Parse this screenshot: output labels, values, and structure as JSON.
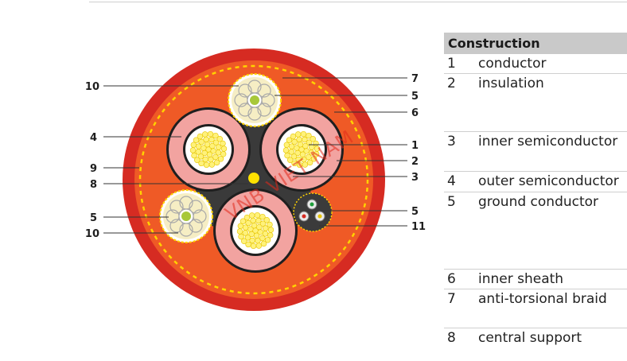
{
  "legend": {
    "title": "Construction",
    "items": [
      {
        "num": "1",
        "label": "conductor"
      },
      {
        "num": "2",
        "label": "insulation"
      },
      {
        "num": "3",
        "label": "inner semiconductor"
      },
      {
        "num": "4",
        "label": "outer semiconductor"
      },
      {
        "num": "5",
        "label": "ground conductor"
      },
      {
        "num": "6",
        "label": "inner sheath"
      },
      {
        "num": "7",
        "label": "anti-torsional braid"
      },
      {
        "num": "8",
        "label": "central support"
      }
    ]
  },
  "callouts": {
    "left": [
      "10",
      "4",
      "9",
      "8",
      "5",
      "10"
    ],
    "right": [
      "7",
      "5",
      "6",
      "1",
      "2",
      "3",
      "5",
      "11"
    ]
  },
  "watermark": "VNB VIET NAM",
  "colors": {
    "outer_sheath": "#d62b22",
    "inner_sheath": "#ef5a26",
    "braid": "#ffd200",
    "insulation": "#f2a3a0",
    "conductor": "#fff27a",
    "ground_conductor": "#f6eec4",
    "center_filler": "#3a3a3a",
    "legend_header": "#c9c9c9"
  }
}
